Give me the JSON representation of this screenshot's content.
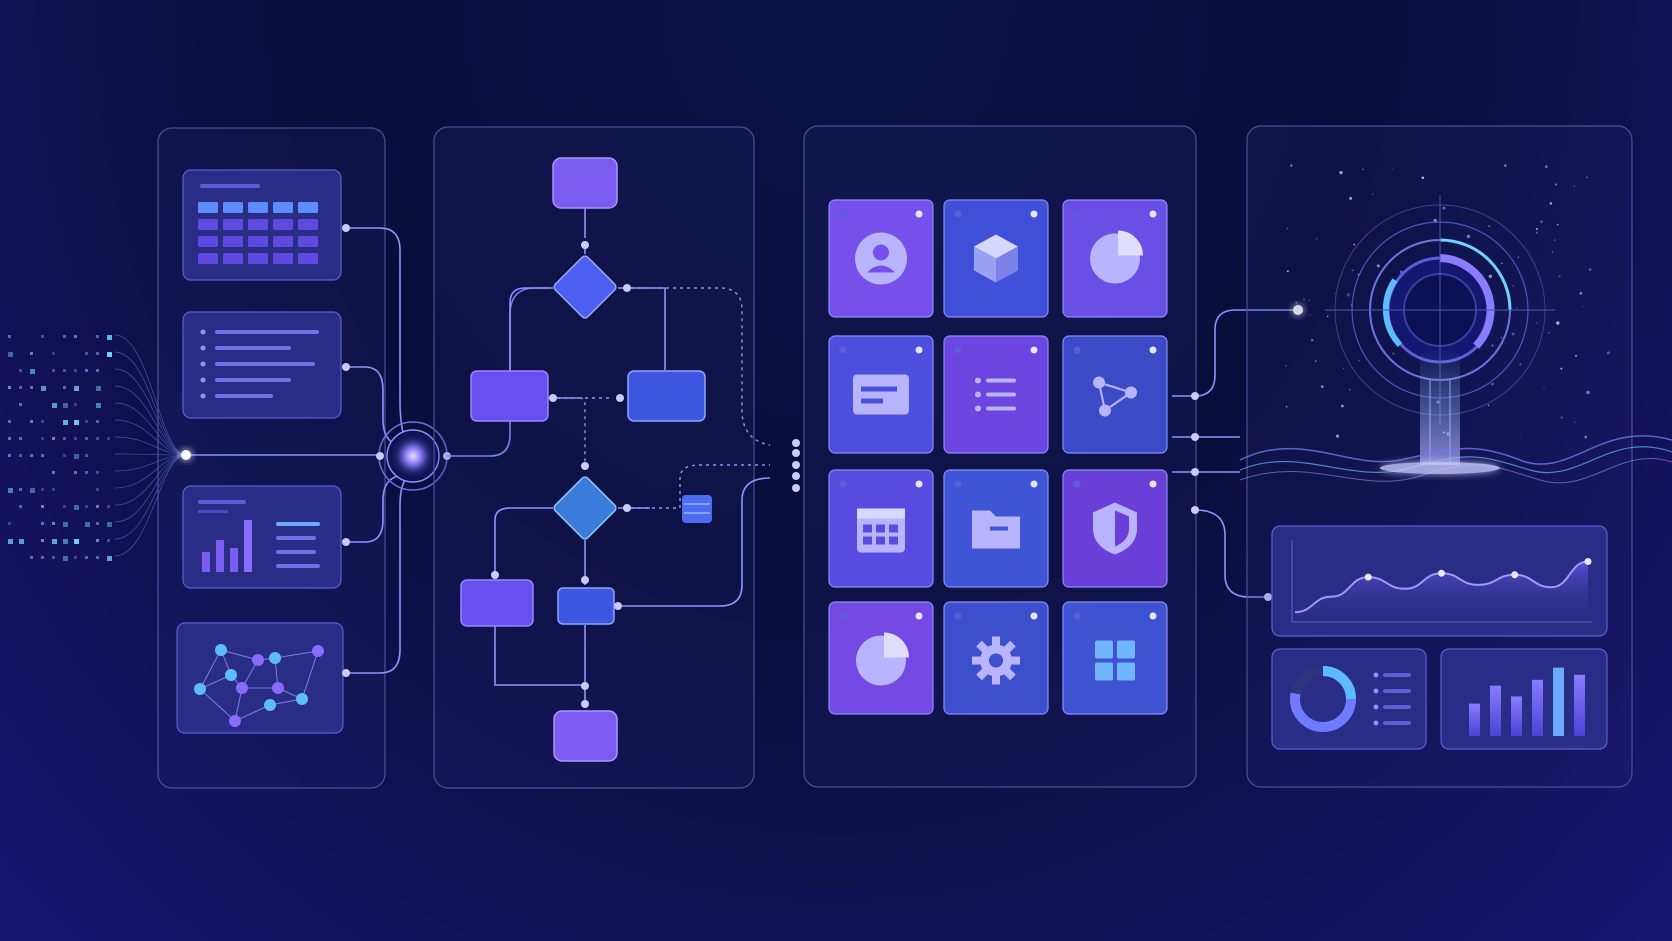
{
  "colors": {
    "background_top": "#0a0d3a",
    "background_bottom": "#1a1570",
    "accent_purple": "#7a5cf0",
    "accent_blue": "#4c6df2",
    "accent_cyan": "#6fd3ff",
    "line": "#8e92ff"
  },
  "panels": {
    "data_sources": {
      "cards": [
        {
          "icon": "table-grid-icon"
        },
        {
          "icon": "list-icon"
        },
        {
          "icon": "bar-chart-icon"
        },
        {
          "icon": "network-graph-icon"
        }
      ]
    },
    "workflow": {
      "nodes": [
        "start-block",
        "decision-diamond-1",
        "process-block-left",
        "process-block-right",
        "decision-diamond-2",
        "queue-icon",
        "process-block-bottom-left",
        "process-block-bottom-right",
        "end-block"
      ]
    },
    "app_grid": {
      "tiles": [
        {
          "icon": "user-icon",
          "color": "#7650ea"
        },
        {
          "icon": "cube-icon",
          "color": "#3f4fd8"
        },
        {
          "icon": "pie-chart-icon",
          "color": "#6a4fe6"
        },
        {
          "icon": "card-icon",
          "color": "#4a4fde"
        },
        {
          "icon": "list-icon",
          "color": "#6a45e0"
        },
        {
          "icon": "share-icon",
          "color": "#3b4bc8"
        },
        {
          "icon": "calendar-icon",
          "color": "#5a4be0"
        },
        {
          "icon": "folder-icon",
          "color": "#3f55d6"
        },
        {
          "icon": "shield-icon",
          "color": "#6a3fd8"
        },
        {
          "icon": "pie-chart-icon",
          "color": "#7448e2"
        },
        {
          "icon": "gear-icon",
          "color": "#3d4fcc"
        },
        {
          "icon": "grid-icon",
          "color": "#3f52d2"
        }
      ]
    },
    "analytics": {
      "line_chart": {
        "values": [
          0.1,
          0.3,
          0.55,
          0.4,
          0.6,
          0.45,
          0.58,
          0.42,
          0.75
        ]
      },
      "donut": {
        "value": 0.78
      },
      "bars": {
        "values": [
          0.45,
          0.7,
          0.55,
          0.78,
          0.95,
          0.85
        ]
      }
    }
  }
}
